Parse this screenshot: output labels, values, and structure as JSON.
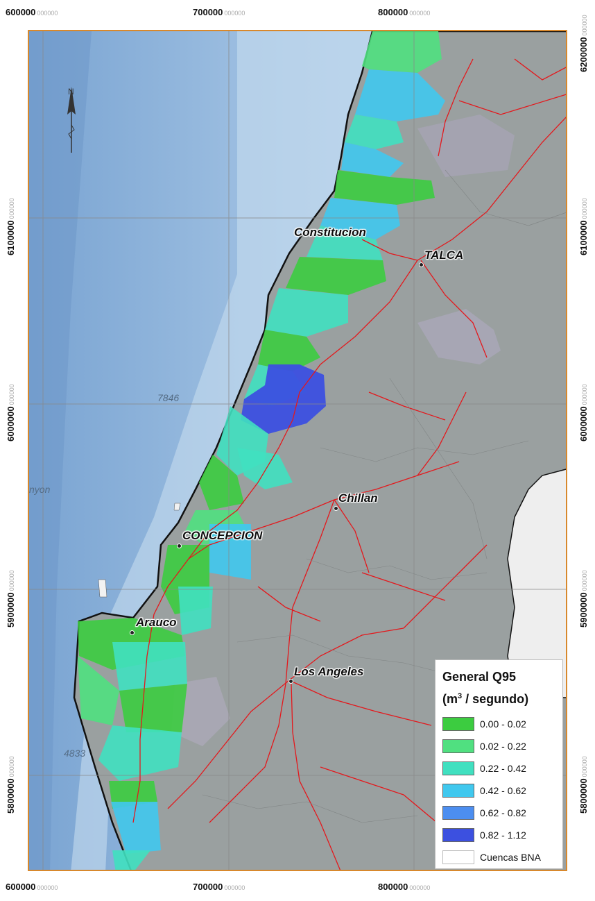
{
  "axis": {
    "x_ticks": [
      {
        "major": "600000",
        "minor": "000000"
      },
      {
        "major": "700000",
        "minor": "000000"
      },
      {
        "major": "800000",
        "minor": "000000"
      }
    ],
    "y_ticks_left": [
      {
        "major": "6100000",
        "minor": "000000"
      },
      {
        "major": "6000000",
        "minor": "000000"
      },
      {
        "major": "5900000",
        "minor": "000000"
      },
      {
        "major": "5800000",
        "minor": "000000"
      }
    ],
    "y_ticks_right": [
      {
        "major": "6200000",
        "minor": "000000"
      },
      {
        "major": "6100000",
        "minor": "000000"
      },
      {
        "major": "6000000",
        "minor": "000000"
      },
      {
        "major": "5900000",
        "minor": "000000"
      },
      {
        "major": "5800000",
        "minor": "000000"
      }
    ]
  },
  "cities": [
    {
      "name": "Constitucion"
    },
    {
      "name": "TALCA"
    },
    {
      "name": "Chillan"
    },
    {
      "name": "CONCEPCION"
    },
    {
      "name": "Arauco"
    },
    {
      "name": "Los Angeles"
    }
  ],
  "depth_labels": [
    "7846",
    "4833",
    "nyon"
  ],
  "north_arrow": {
    "label": "N"
  },
  "legend": {
    "title": "General Q95",
    "unit_prefix": "(m",
    "unit_sup": "3",
    "unit_suffix": " / segundo)",
    "items": [
      {
        "label": "0.00 - 0.02",
        "color": "#3ccc40"
      },
      {
        "label": "0.02 - 0.22",
        "color": "#50e080"
      },
      {
        "label": "0.22 - 0.42",
        "color": "#40e0c0"
      },
      {
        "label": "0.42 - 0.62",
        "color": "#40c8ee"
      },
      {
        "label": "0.62 - 0.82",
        "color": "#4c8ef0"
      },
      {
        "label": "0.82 - 1.12",
        "color": "#3c50e0"
      },
      {
        "label": "Cuencas BNA",
        "color": "#ffffff"
      }
    ]
  },
  "colors": {
    "ocean": "#a8c8e6",
    "ocean_deep": "#7ea8d6",
    "land": "#9aa0a0",
    "roads": "#e4181c",
    "frame": "#d8882c",
    "argentina": "#eeeeee"
  }
}
